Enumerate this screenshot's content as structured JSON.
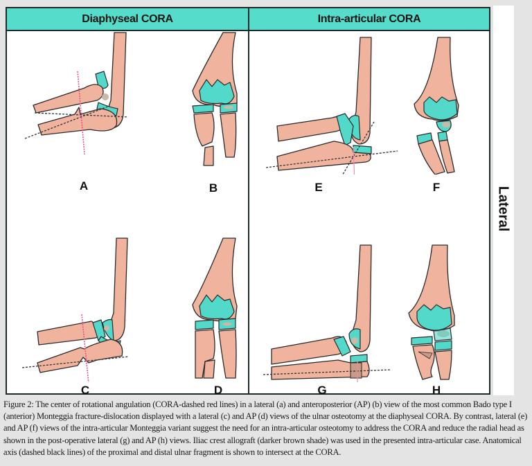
{
  "figure": {
    "columns": [
      {
        "header": "Diaphyseal CORA"
      },
      {
        "header": "Intra-articular CORA"
      }
    ],
    "panels": {
      "A": "A",
      "B": "B",
      "C": "C",
      "D": "D",
      "E": "E",
      "F": "F",
      "G": "G",
      "H": "H"
    },
    "side_label": "Lateral",
    "colors": {
      "header_fill": "#55dccb",
      "bone": "#f0b49e",
      "cartilage": "#52d9c9",
      "graft": "#c9b9a8",
      "cora_line": "#ef4f86",
      "anatomical_axis": "#333333"
    }
  },
  "caption": "Figure 2: The center of rotational angulation (CORA-dashed red lines) in a lateral (a) and anteroposterior (AP) (b) view of the most common Bado type I (anterior) Monteggia fracture-dislocation displayed with a lateral (c) and AP (d) views of the ulnar osteotomy at the diaphyseal CORA. By contrast, lateral (e) and AP (f) views of the intra-articular Monteggia variant suggest the need for an intra-articular osteotomy to address the CORA and reduce the radial head as shown in the post-operative lateral (g) and AP (h) views. Iliac crest allograft (darker brown shade) was used in the presented intra-articular case. Anatomical axis (dashed black lines) of the proximal and distal ulnar fragment is shown to intersect at the CORA."
}
